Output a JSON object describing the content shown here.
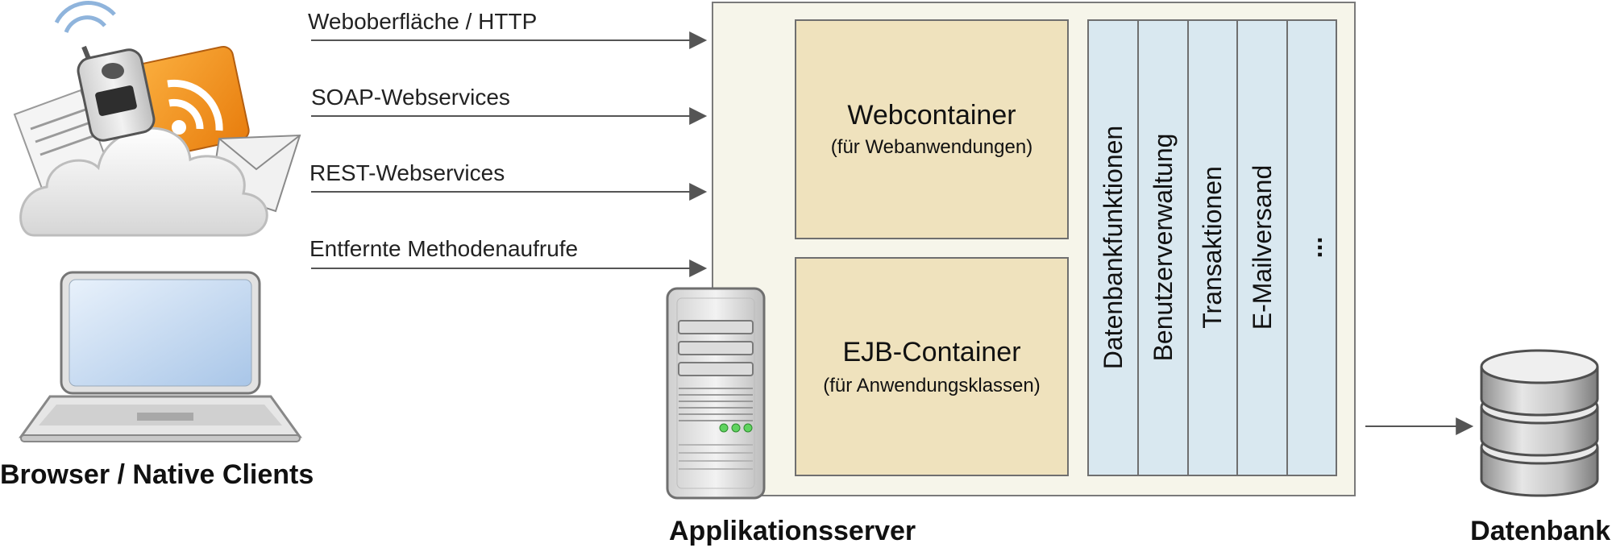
{
  "connections": [
    {
      "label": "Weboberfläche / HTTP"
    },
    {
      "label": "SOAP-Webservices"
    },
    {
      "label": "REST-Webservices"
    },
    {
      "label": "Entfernte Methodenaufrufe"
    }
  ],
  "clients": {
    "title": "Browser / Native Clients",
    "icons": [
      "cloud-icon",
      "mobile-phone-icon",
      "rss-icon",
      "document-icon",
      "envelope-icon",
      "laptop-icon"
    ]
  },
  "server": {
    "title": "Applikationsserver",
    "icon": "server-tower-icon",
    "containers": [
      {
        "name": "Webcontainer",
        "sub": "(für Webanwendungen)"
      },
      {
        "name": "EJB-Container",
        "sub": "(für Anwendungsklassen)"
      }
    ],
    "services": [
      "Datenbankfunktionen",
      "Benutzerverwaltung",
      "Transaktionen",
      "E-Mailversand",
      "..."
    ]
  },
  "database": {
    "title": "Datenbank",
    "icon": "database-icon"
  },
  "colors": {
    "server_bg": "#f6f5ea",
    "container_fill": "#efe2bd",
    "service_fill": "#d9e8f0",
    "border": "#777777",
    "arrow": "#555555"
  }
}
